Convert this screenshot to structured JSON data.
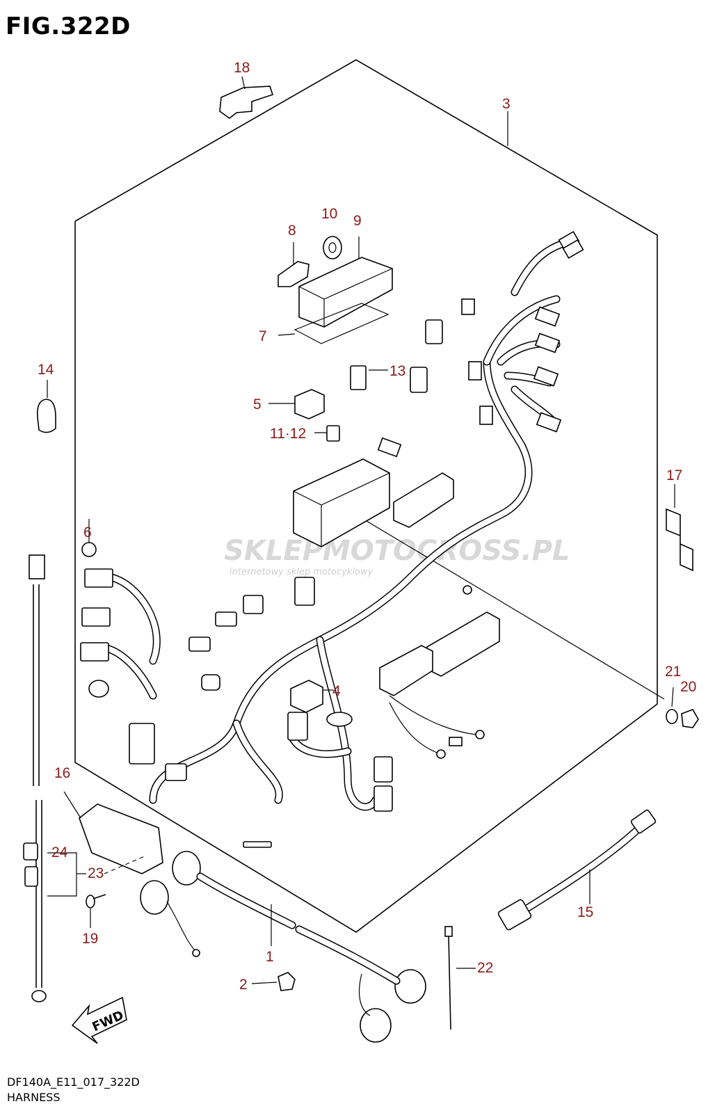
{
  "figure": {
    "title": "FIG.322D",
    "footer_code": "DF140A_E11_017_322D",
    "footer_name": "HARNESS"
  },
  "watermark": {
    "brand": "SKLEPMOTOCROSS.PL",
    "tagline": "internetowy sklep motocyklowy"
  },
  "fwd_label": "FWD",
  "callouts": {
    "c1": "1",
    "c2": "2",
    "c3": "3",
    "c4": "4",
    "c5": "5",
    "c6": "6",
    "c7": "7",
    "c8": "8",
    "c9": "9",
    "c10": "10",
    "c11_12": "11·12",
    "c13": "13",
    "c14": "14",
    "c15": "15",
    "c16": "16",
    "c17": "17",
    "c18": "18",
    "c19": "19",
    "c20": "20",
    "c21": "21",
    "c22": "22",
    "c23": "23",
    "c24": "24"
  },
  "colors": {
    "callout": "#8b1a1a",
    "line": "#000000",
    "watermark": "#d8d8d8"
  }
}
